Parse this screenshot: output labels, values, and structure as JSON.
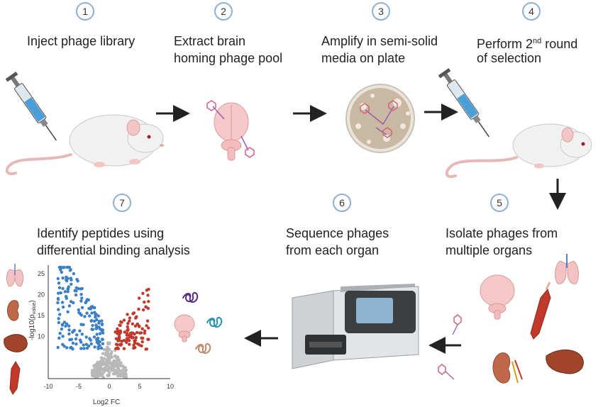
{
  "steps": [
    {
      "num": "1",
      "line1": "Inject phage library",
      "line2": ""
    },
    {
      "num": "2",
      "line1": "Extract brain",
      "line2": "homing phage pool"
    },
    {
      "num": "3",
      "line1": "Amplify in semi-solid",
      "line2": "media on plate"
    },
    {
      "num": "4",
      "line1_pre": "Perform 2",
      "line1_sup": "nd",
      "line1_post": " round",
      "line2": "of selection"
    },
    {
      "num": "5",
      "line1": "Isolate phages from",
      "line2": "multiple organs"
    },
    {
      "num": "6",
      "line1": "Sequence phages",
      "line2": "from each organ"
    },
    {
      "num": "7",
      "line1": "Identify peptides using",
      "line2": "differential binding analysis"
    }
  ],
  "chart_data": {
    "type": "scatter",
    "title": "",
    "xlabel": "Log2 FC",
    "ylabel_main": "-log10(p",
    "ylabel_sub": "value",
    "ylabel_end": ")",
    "xlim": [
      -10,
      10
    ],
    "ylim": [
      0,
      27
    ],
    "x_ticks": [
      "-10",
      "-5",
      "0",
      "5",
      "10"
    ],
    "y_ticks": [
      "10",
      "15",
      "20",
      "25"
    ],
    "x_tick_values": [
      -10,
      -5,
      0,
      5,
      10
    ],
    "y_tick_values": [
      10,
      15,
      20,
      25
    ],
    "colors": {
      "down": "#3b7fc4",
      "up": "#c0392b",
      "ns": "#b8b8b8"
    }
  },
  "colors": {
    "circle_border": "#8fb0d6",
    "arrow": "#222222",
    "mouse_body": "#f1f1f1",
    "mouse_tail": "#e7b8b8"
  }
}
